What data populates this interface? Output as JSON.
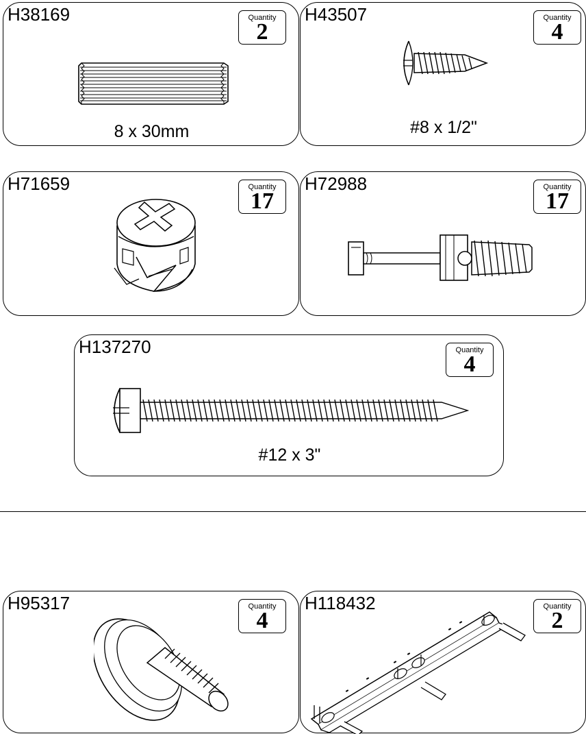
{
  "qty_label": "Quantity",
  "parts": {
    "p1": {
      "code": "H38169",
      "quantity": "2",
      "size": "8 x 30mm"
    },
    "p2": {
      "code": "H43507",
      "quantity": "4",
      "size": "#8 x 1/2\""
    },
    "p3": {
      "code": "H71659",
      "quantity": "17"
    },
    "p4": {
      "code": "H72988",
      "quantity": "17"
    },
    "p5": {
      "code": "H137270",
      "quantity": "4",
      "size": "#12 x 3\""
    },
    "p6": {
      "code": "H95317",
      "quantity": "4"
    },
    "p7": {
      "code": "H118432",
      "quantity": "2"
    }
  }
}
